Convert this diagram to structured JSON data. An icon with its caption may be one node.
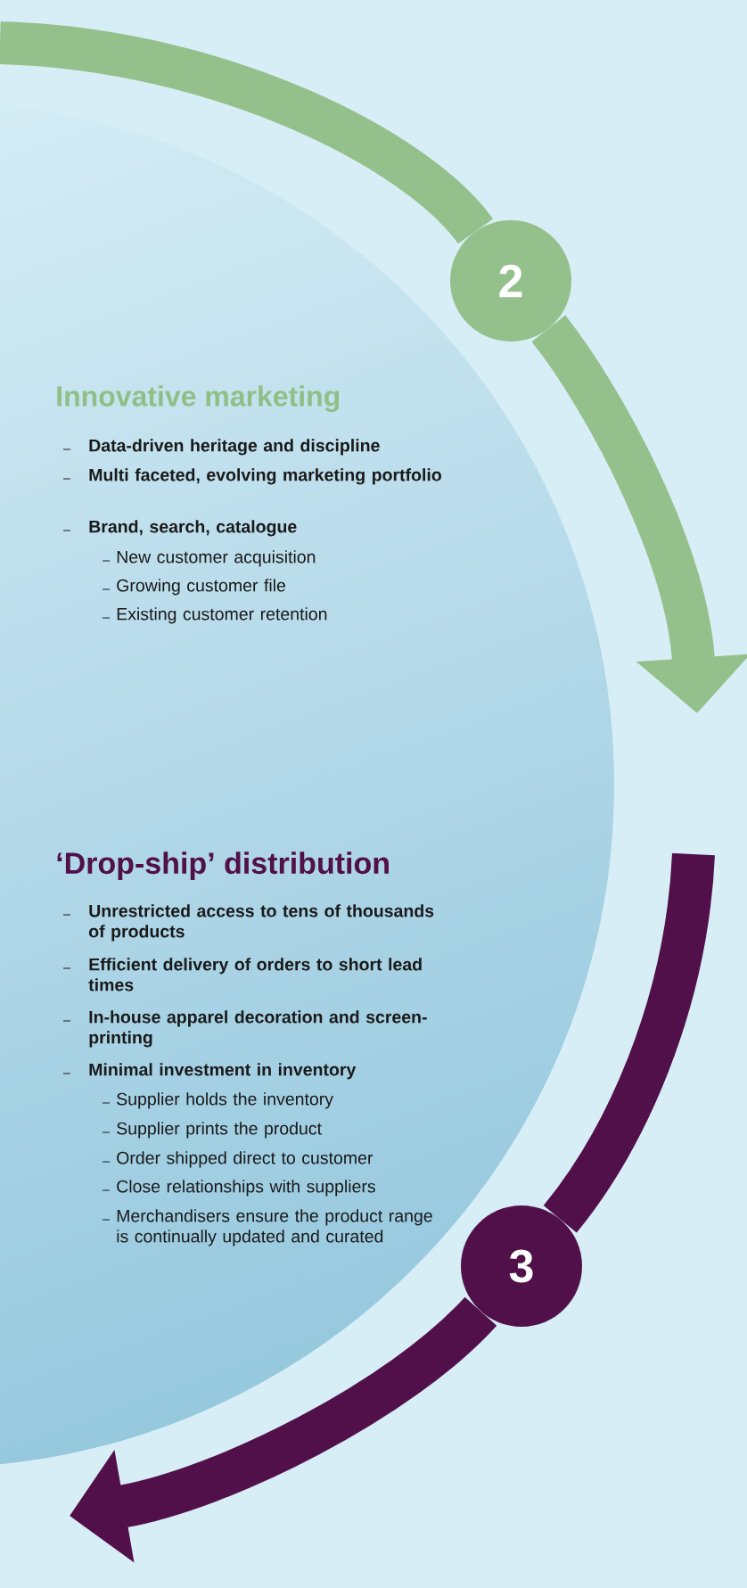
{
  "diagram": {
    "nodes": [
      {
        "text": [
          "2"
        ]
      },
      {
        "text": [
          "3"
        ]
      }
    ],
    "edges": [
      {
        "from": null,
        "to": 0,
        "arrow": "none",
        "color": "#94c08c"
      },
      {
        "from": 0,
        "to": null,
        "arrow": "to",
        "color": "#94c08c"
      },
      {
        "from": null,
        "to": 1,
        "arrow": "none",
        "color": "#52104a"
      },
      {
        "from": 1,
        "to": null,
        "arrow": "to",
        "color": "#52104a"
      }
    ],
    "labels": [
      "Innovative marketing",
      "Data-driven heritage and discipline",
      "Multi faceted, evolving marketing portfolio",
      "Brand, search, catalogue",
      "New customer acquisition",
      "Growing customer file",
      "Existing customer retention",
      "‘Drop-ship’ distribution",
      "Unrestricted access to tens of thousands of products",
      "Efficient delivery of orders to short lead times",
      "In-house apparel decoration and screen-printing",
      "Minimal investment in inventory",
      "Supplier holds the inventory",
      "Supplier prints the product",
      "Order shipped direct to customer",
      "Close relationships with suppliers",
      "Merchandisers ensure the product range is continually updated and curated"
    ]
  }
}
